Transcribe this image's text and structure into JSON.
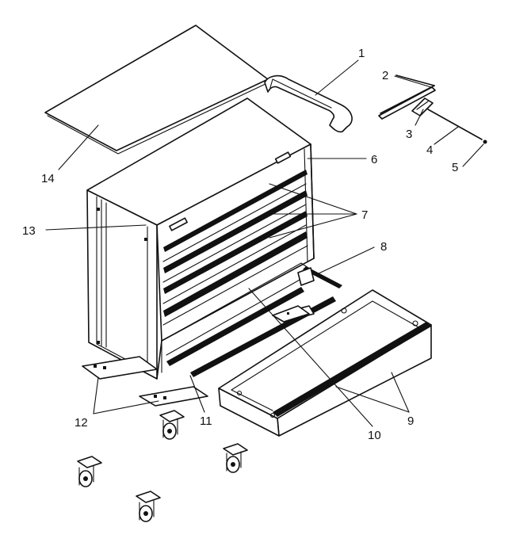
{
  "callouts": [
    {
      "id": "1",
      "text": "1"
    },
    {
      "id": "2",
      "text": "2"
    },
    {
      "id": "3",
      "text": "3"
    },
    {
      "id": "4",
      "text": "4"
    },
    {
      "id": "5",
      "text": "5"
    },
    {
      "id": "6",
      "text": "6"
    },
    {
      "id": "7",
      "text": "7"
    },
    {
      "id": "8",
      "text": "8"
    },
    {
      "id": "9",
      "text": "9"
    },
    {
      "id": "10",
      "text": "10"
    },
    {
      "id": "11",
      "text": "11"
    },
    {
      "id": "12",
      "text": "12"
    },
    {
      "id": "13",
      "text": "13"
    },
    {
      "id": "14",
      "text": "14"
    }
  ],
  "colors": {
    "ink": "#111111",
    "paper": "#ffffff"
  }
}
